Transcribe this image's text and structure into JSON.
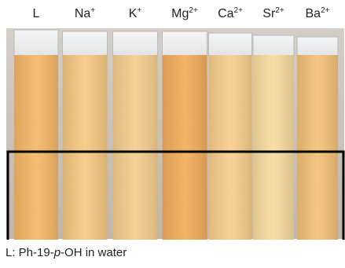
{
  "strips": [
    {
      "id": "L",
      "base": "L",
      "charge": "",
      "color": "#f2b46a"
    },
    {
      "id": "Na",
      "base": "Na",
      "charge": "+",
      "color": "#f4c98b"
    },
    {
      "id": "K",
      "base": "K",
      "charge": "+",
      "color": "#f1cf99"
    },
    {
      "id": "Mg",
      "base": "Mg",
      "charge": "2+",
      "color": "#eea85b"
    },
    {
      "id": "Ca",
      "base": "Ca",
      "charge": "2+",
      "color": "#f5cf97"
    },
    {
      "id": "Sr",
      "base": "Sr",
      "charge": "2+",
      "color": "#f5dfae"
    },
    {
      "id": "Ba",
      "base": "Ba",
      "charge": "2+",
      "color": "#f0c07d"
    }
  ],
  "caption": {
    "prefix": "L: Ph-19-",
    "italic": "p",
    "suffix": "-OH  in water"
  },
  "colors": {
    "background": "#ffffff",
    "wall": "#c9c4bc",
    "highlight_box": "#000000"
  }
}
